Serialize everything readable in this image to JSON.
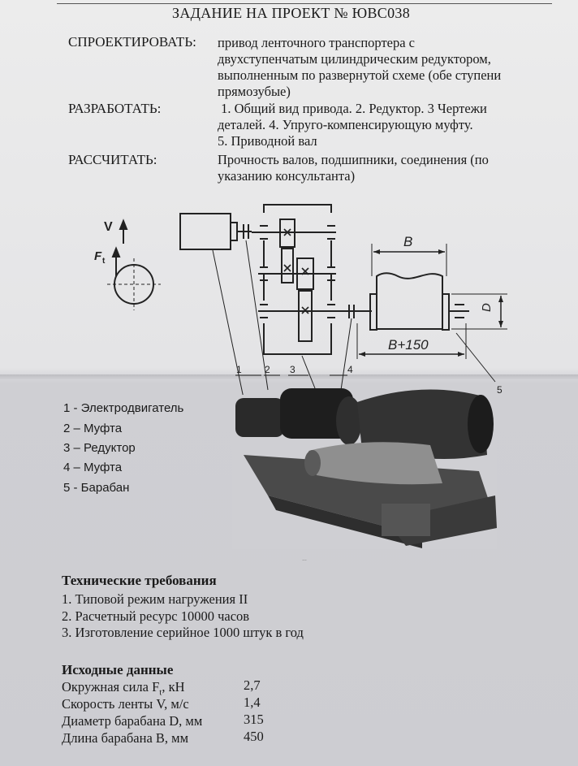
{
  "header": {
    "scrawl": "…",
    "title": "ЗАДАНИЕ НА ПРОЕКТ № ЮВС038"
  },
  "tasks": [
    {
      "label": "СПРОЕКТИРОВАТЬ:",
      "lines": [
        "привод ленточного транспортера с",
        "двухступенчатым цилиндрическим редуктором,",
        "выполненным по развернутой схеме (обе ступени",
        "прямозубые)"
      ]
    },
    {
      "label": "РАЗРАБОТАТЬ:",
      "lines": [
        " 1. Общий вид привода. 2. Редуктор. 3 Чертежи",
        "деталей. 4. Упруго-компенсирующую муфту.",
        "5. Приводной вал"
      ]
    },
    {
      "label": "РАССЧИТАТЬ:",
      "lines": [
        "Прочность валов, подшипники, соединения (по",
        "указанию консультанта)"
      ]
    }
  ],
  "diagram": {
    "v_label": "V",
    "ft_label": "F",
    "ft_sub": "t",
    "b_label": "B",
    "b150_label": "B+150",
    "d_label": "D",
    "callouts": [
      "1",
      "2",
      "3",
      "4",
      "5"
    ]
  },
  "legend": [
    "1 - Электродвигатель",
    "2 – Муфта",
    "3 – Редуктор",
    "4 – Муфта",
    "5 - Барабан"
  ],
  "photo_caption": "…",
  "requirements": {
    "heading": "Технические требования",
    "items": [
      "1. Типовой режим нагружения II",
      "2. Расчетный ресурс 10000 часов",
      "3. Изготовление серийное 1000 штук в год"
    ]
  },
  "input_data": {
    "heading": "Исходные данные",
    "rows": [
      {
        "name": "Окружная сила F",
        "sub": "t",
        "unit": ", кН",
        "value": "2,7"
      },
      {
        "name": "Скорость ленты V, м/с",
        "sub": "",
        "unit": "",
        "value": "1,4"
      },
      {
        "name": "Диаметр барабана D, мм",
        "sub": "",
        "unit": "",
        "value": "315"
      },
      {
        "name": "Длина барабана B, мм",
        "sub": "",
        "unit": "",
        "value": "450"
      }
    ]
  }
}
